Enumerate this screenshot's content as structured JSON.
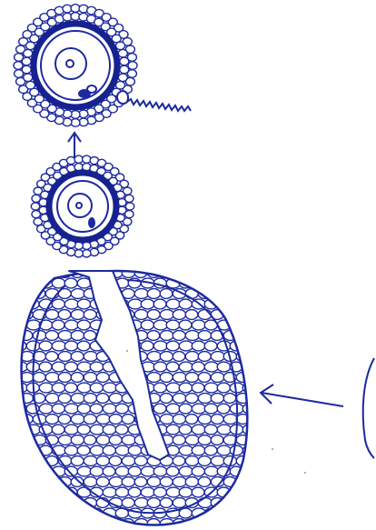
{
  "diagram": {
    "ink_color": "#1c2a9e",
    "fill_color": "#16238f",
    "background": "#ffffff",
    "elements": [
      "fertilized-egg-with-sperm",
      "arrow-up",
      "egg-cell",
      "ruptured-follicle",
      "arrow-left",
      "partial-ovary"
    ]
  }
}
